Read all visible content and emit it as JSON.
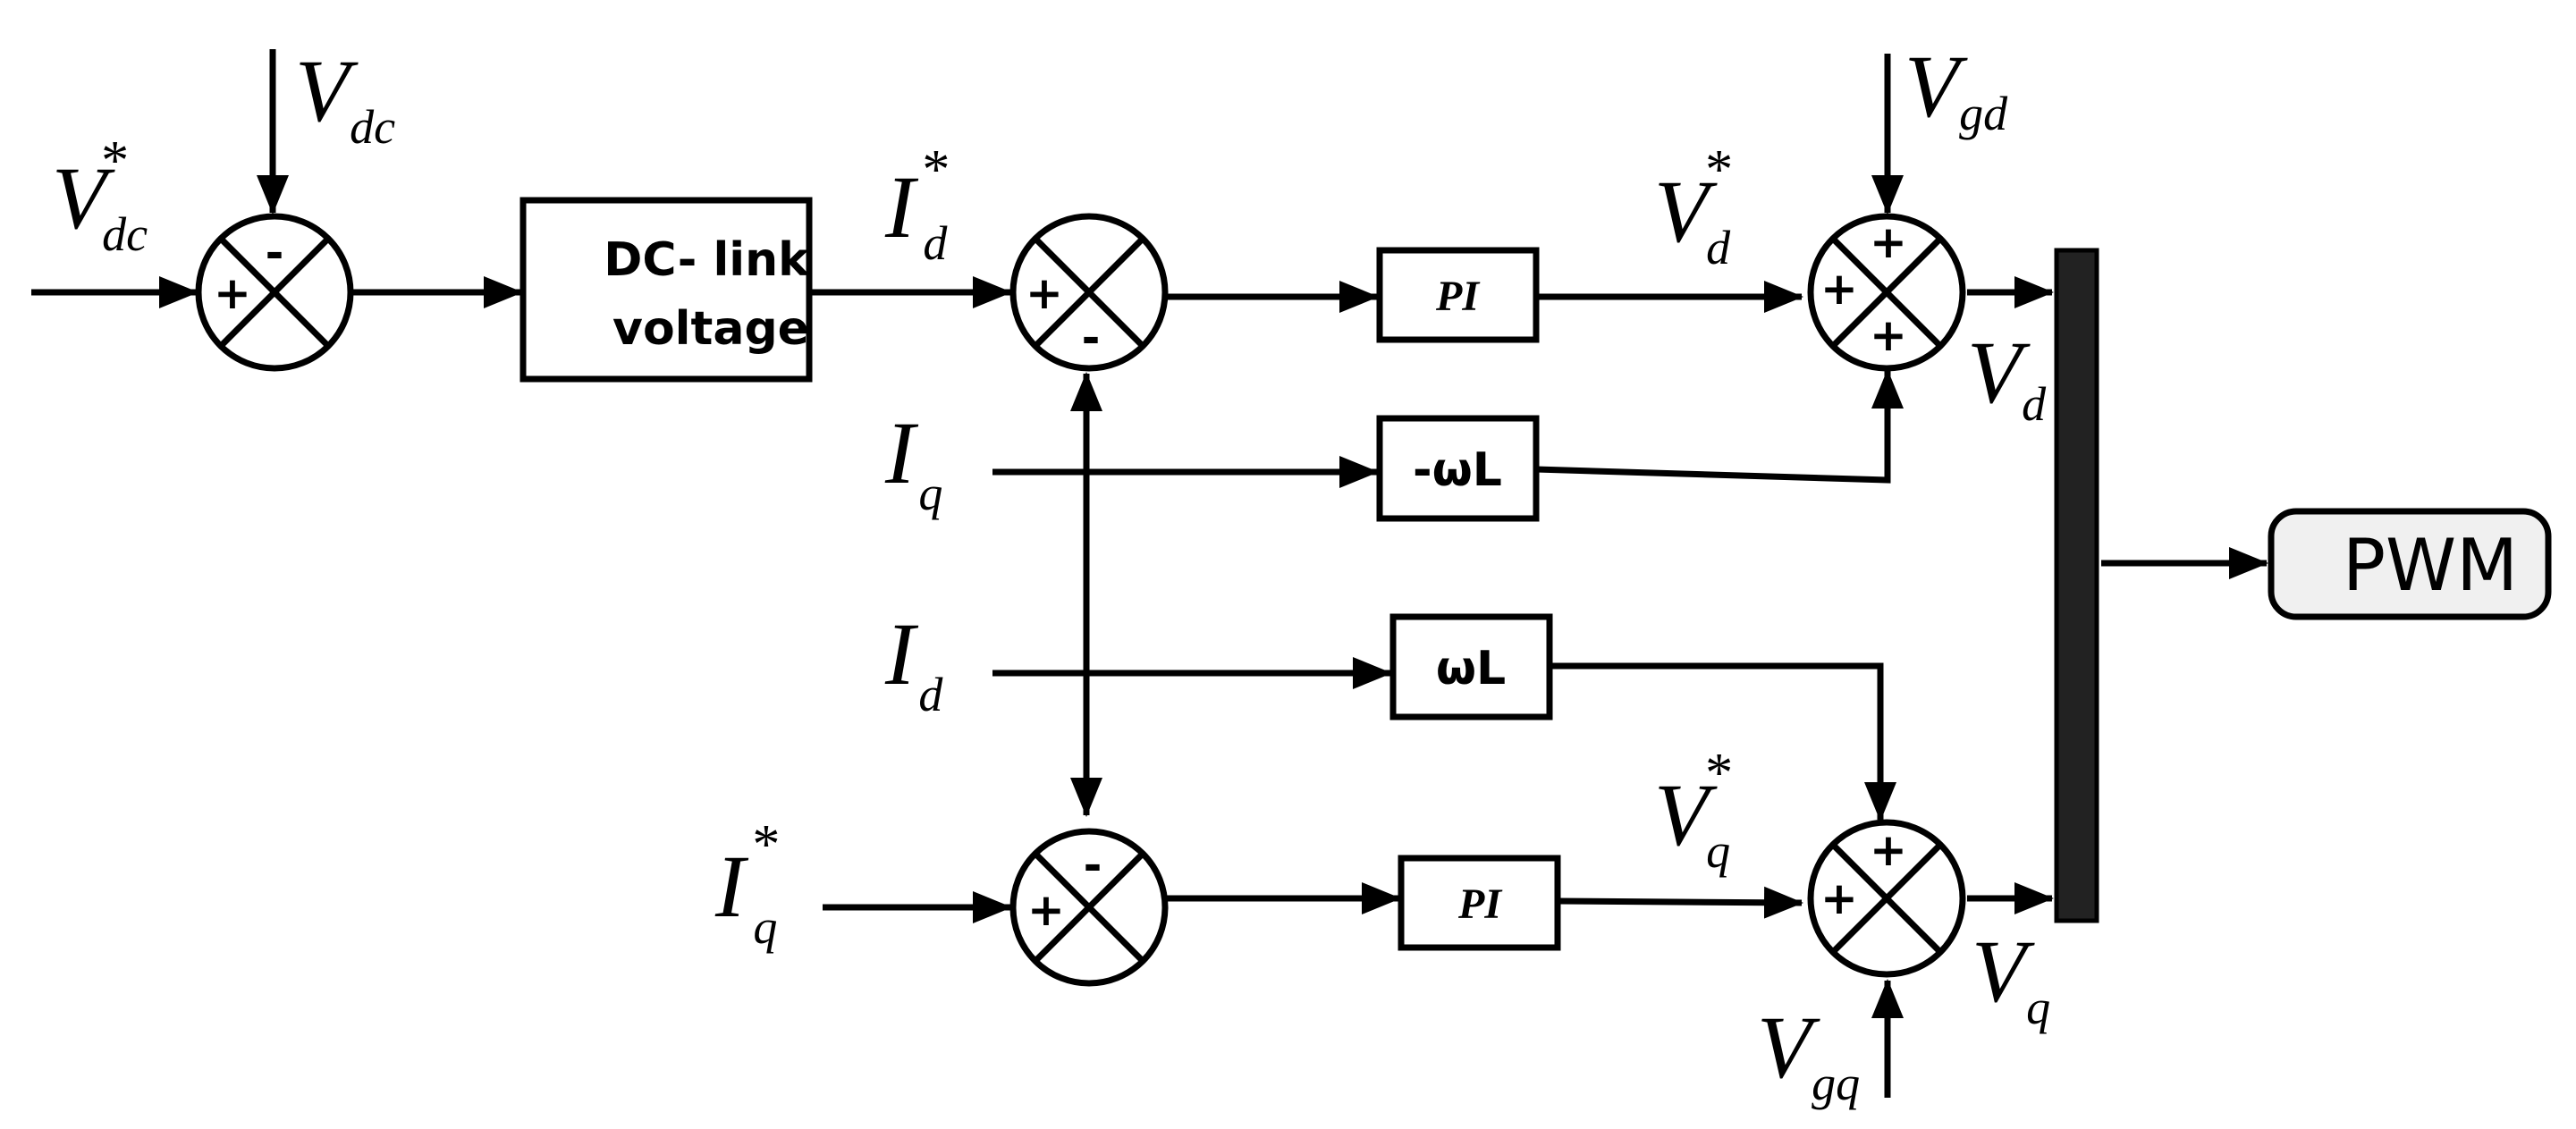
{
  "blocks": {
    "dc_link_line1": "DC- link",
    "dc_link_line2": "voltage",
    "pi_d": "PI",
    "pi_q": "PI",
    "cross_neg": "-ωL",
    "cross_pos": "ωL",
    "pwm": "PWM"
  },
  "signals": {
    "vdc_ref": {
      "main": "V",
      "sub": "dc",
      "star": "*"
    },
    "vdc": {
      "main": "V",
      "sub": "dc"
    },
    "id_ref": {
      "main": "I",
      "sub": "d",
      "star": "*"
    },
    "iq": {
      "main": "I",
      "sub": "q"
    },
    "id": {
      "main": "I",
      "sub": "d"
    },
    "iq_ref": {
      "main": "I",
      "sub": "q",
      "star": "*"
    },
    "vd_ref": {
      "main": "V",
      "sub": "d",
      "star": "*"
    },
    "vq_ref": {
      "main": "V",
      "sub": "q",
      "star": "*"
    },
    "vgd": {
      "main": "V",
      "sub": "gd"
    },
    "vgq": {
      "main": "V",
      "sub": "gq"
    },
    "vd": {
      "main": "V",
      "sub": "d"
    },
    "vq": {
      "main": "V",
      "sub": "q"
    }
  },
  "signs": {
    "s1_top": "-",
    "s1_left": "+",
    "s2_left": "+",
    "s2_bottom": "-",
    "s3_top": "-",
    "s3_left": "+",
    "s4_top": "+",
    "s4_left": "+",
    "s4_bottom": "+",
    "s5_top": "+",
    "s5_left": "+"
  },
  "colors": {
    "dc_link_fill": "#e6dcec",
    "mux_bar": "#222222",
    "pwm_fill": "#f0f0f0"
  }
}
